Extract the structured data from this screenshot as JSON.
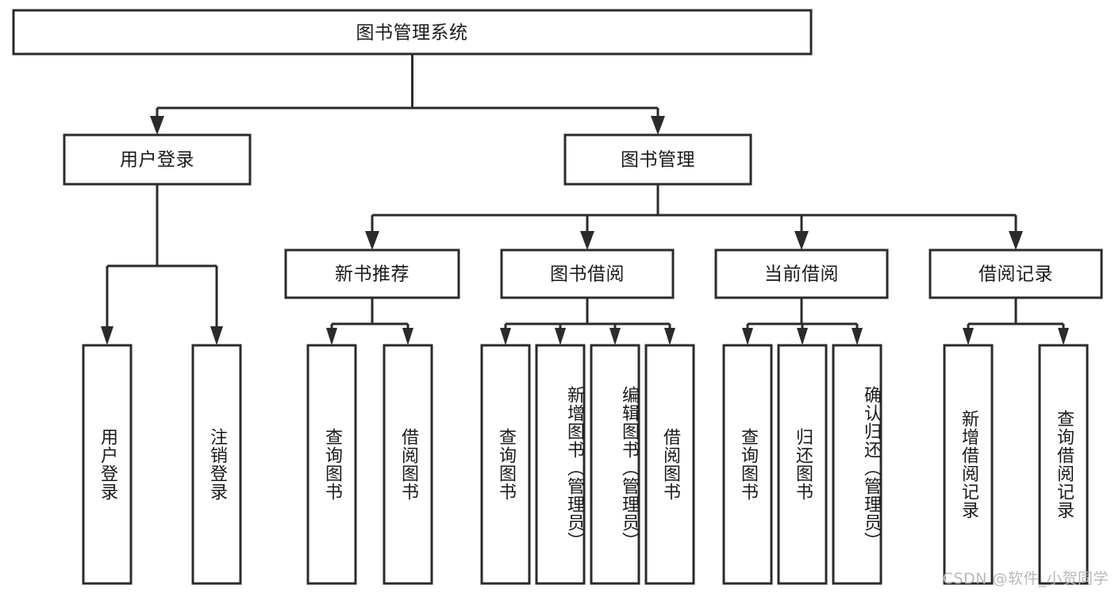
{
  "diagram": {
    "type": "tree-flowchart",
    "title": "图书管理系统",
    "orientation": "top-down",
    "colors": {
      "stroke": "#2b2b2b",
      "fill": "#ffffff",
      "text": "#1a1a1a",
      "watermark": "#b9b9b9",
      "background": "#ffffff"
    }
  },
  "root": {
    "label": "图书管理系统"
  },
  "level2": [
    {
      "label": "用户登录"
    },
    {
      "label": "图书管理"
    }
  ],
  "level3": [
    {
      "label": "新书推荐"
    },
    {
      "label": "图书借阅"
    },
    {
      "label": "当前借阅"
    },
    {
      "label": "借阅记录"
    }
  ],
  "leaves": {
    "user_login": [
      {
        "label": "用户登录"
      },
      {
        "label": "注销登录"
      }
    ],
    "new_book_recommend": [
      {
        "label": "查询图书"
      },
      {
        "label": "借阅图书"
      }
    ],
    "book_borrow": [
      {
        "label": "查询图书"
      },
      {
        "label": "新增图书（管理员）"
      },
      {
        "label": "编辑图书（管理员）"
      },
      {
        "label": "借阅图书"
      }
    ],
    "current_borrow": [
      {
        "label": "查询图书"
      },
      {
        "label": "归还图书"
      },
      {
        "label": "确认归还（管理员）"
      }
    ],
    "borrow_record": [
      {
        "label": "新增借阅记录"
      },
      {
        "label": "查询借阅记录"
      }
    ]
  },
  "watermark": {
    "text": "CSDN @软件_小贺同学"
  }
}
